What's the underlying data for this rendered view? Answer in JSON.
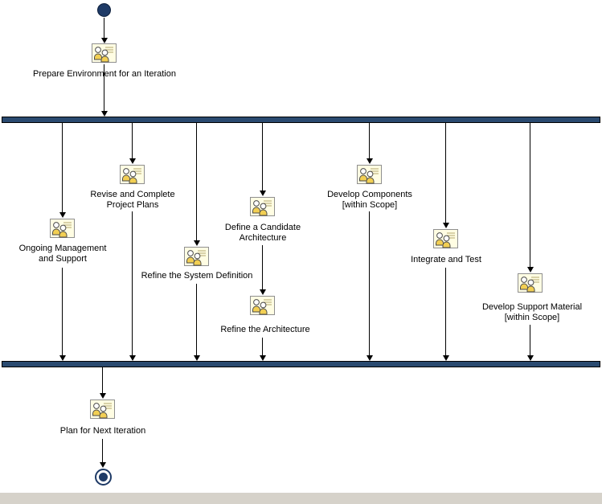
{
  "diagram": {
    "colors": {
      "node_fill": "#1e3a66",
      "bar_fill": "#2a4a70",
      "bar_border": "#000000",
      "icon_bg": "#fffde3",
      "icon_border": "#8f8f8f",
      "icon_person": "#f2cf53",
      "arrow": "#000000"
    },
    "activities": {
      "prepare": {
        "label": "Prepare Environment for an Iteration"
      },
      "ongoing": {
        "label": "Ongoing Management\nand Support"
      },
      "revise": {
        "label": "Revise and Complete\nProject Plans"
      },
      "refine_system": {
        "label": "Refine the System Definition"
      },
      "define_arch": {
        "label": "Define a Candidate\nArchitecture"
      },
      "refine_arch": {
        "label": "Refine the Architecture"
      },
      "develop_components": {
        "label": "Develop Components\n[within Scope]"
      },
      "integrate_test": {
        "label": "Integrate and Test"
      },
      "develop_support": {
        "label": "Develop Support Material\n[within Scope]"
      },
      "plan_next": {
        "label": "Plan for Next Iteration"
      }
    }
  }
}
